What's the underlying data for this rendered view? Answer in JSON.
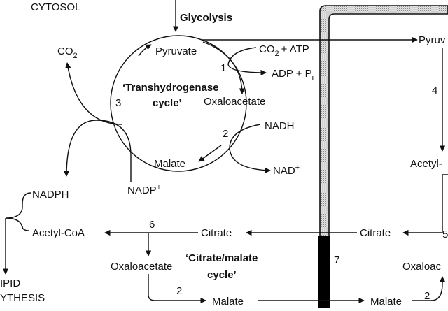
{
  "compartments": {
    "cytosol": "CYTOSOL"
  },
  "pathways": {
    "glycolysis": "Glycolysis",
    "transhydrogenase_line1": "‘Transhydrogenase",
    "transhydrogenase_line2": "cycle’",
    "citrate_malate_line1": "‘Citrate/malate",
    "citrate_malate_line2": "cycle’"
  },
  "metabolites": {
    "co2_left_main": "CO",
    "co2_left_sub": "2",
    "pyruvate": "Pyruvate",
    "pyruvate_mito": "Pyruv",
    "co2_atp_pre": "CO",
    "co2_atp_sub": "2",
    "co2_atp_post": "+ ATP",
    "adp_pi_main": "ADP + P",
    "adp_pi_sub": "i",
    "oxaloacetate": "Oxaloacetate",
    "nadh": "NADH",
    "nad_main": "NAD",
    "nad_sup": "+",
    "malate": "Malate",
    "nadp_main": "NADP",
    "nadp_sup": "+",
    "nadph": "NADPH",
    "acetyl_coa": "Acetyl-CoA",
    "citrate": "Citrate",
    "citrate_mito": "Citrate",
    "acetyl_mito": "Acetyl-",
    "oxaloacetate_lower": "Oxaloacetate",
    "oxaloac_mito": "Oxaloac",
    "malate_lower": "Malate",
    "malate_mito": "Malate",
    "lipid_line1": "IPID",
    "lipid_line2": "YTHESIS"
  },
  "steps": {
    "s1": "1",
    "s2": "2",
    "s3": "3",
    "s4": "4",
    "s5": "5",
    "s6": "6",
    "s2_lower": "2",
    "s2_mito": "2",
    "s7": "7"
  },
  "colors": {
    "ink": "#111111",
    "membrane_fill": "#d4d4d4",
    "transporter": "#000000"
  }
}
